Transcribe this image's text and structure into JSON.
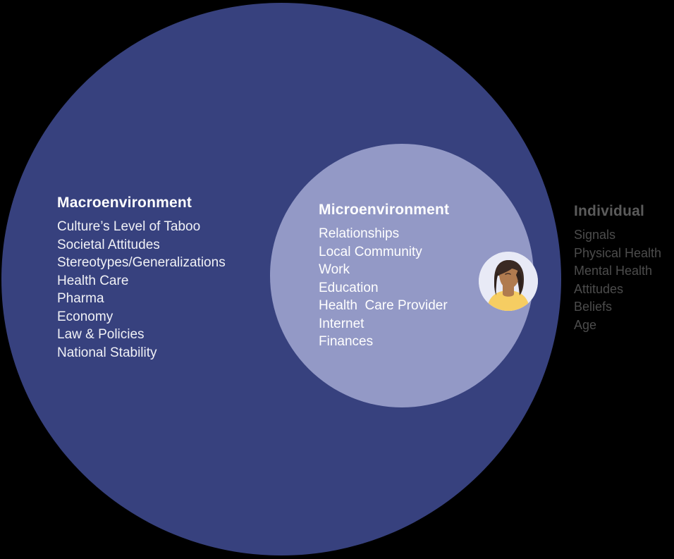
{
  "diagram": {
    "type": "concentric-circles",
    "colors": {
      "background": "#000000",
      "macro_circle": "#37417e",
      "micro_circle": "#9399c6",
      "macro_text": "#ffffff",
      "micro_text": "#ffffff",
      "individual_text": "#4c4c4c",
      "avatar_ring": "#e8eaf6",
      "avatar_shirt": "#f6cd62",
      "avatar_hair": "#3a2a23",
      "avatar_skin": "#b07b4f"
    }
  },
  "macroenvironment": {
    "title": "Macroenvironment",
    "items": [
      "Culture’s Level of Taboo",
      "Societal Attitudes",
      "Stereotypes/Generalizations",
      "Health Care",
      "Pharma",
      "Economy",
      "Law & Policies",
      "National Stability"
    ]
  },
  "microenvironment": {
    "title": "Microenvironment",
    "items": [
      "Relationships",
      "Local Community",
      "Work",
      "Education",
      "Health  Care Provider",
      "Internet",
      "Finances"
    ]
  },
  "individual": {
    "title": "Individual",
    "items": [
      "Signals",
      "Physical Health",
      "Mental Health",
      "Attitudes",
      "Beliefs",
      "Age"
    ]
  },
  "avatar": {
    "icon_name": "person-avatar-icon",
    "description": "Woman with dark long hair wearing a yellow top"
  }
}
